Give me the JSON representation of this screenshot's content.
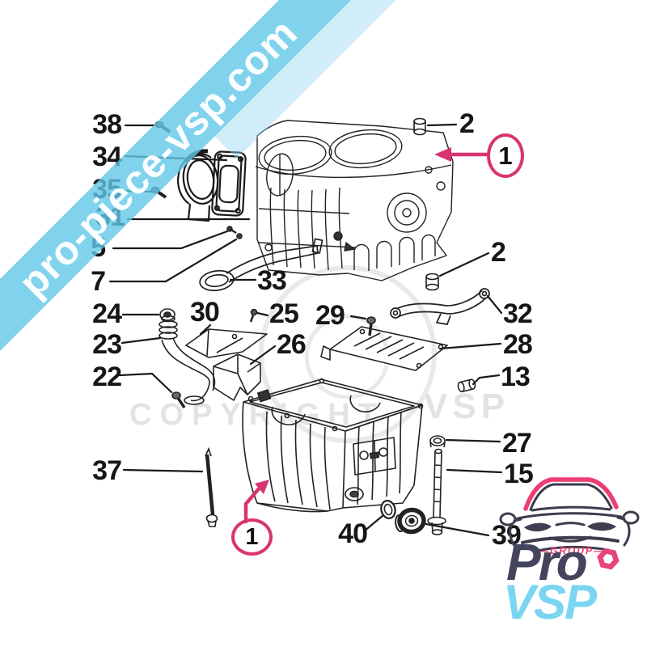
{
  "banner": {
    "url_text": "pro-piece-vsp.com"
  },
  "watermarks": {
    "copyright": "COPYRIGHT",
    "vsp": "VSP"
  },
  "diagram": {
    "description": "Exploded engine block and oil pan parts diagram",
    "highlighted_part": "1",
    "parts": {
      "1": "1",
      "2": "2",
      "5": "5",
      "7": "7",
      "13": "13",
      "15": "15",
      "22": "22",
      "23": "23",
      "24": "24",
      "25": "25",
      "26": "26",
      "27": "27",
      "28": "28",
      "29": "29",
      "30": "30",
      "31": "31",
      "32": "32",
      "33": "33",
      "34": "34",
      "35": "35",
      "37": "37",
      "38": "38",
      "39": "39",
      "40": "40"
    }
  },
  "logo": {
    "group": "—GROUP—",
    "pro": "Pro",
    "vsp": "VSP"
  },
  "colors": {
    "banner_blue": "#61c8e9",
    "callout_pink": "#d93472",
    "logo_dark": "#44445c",
    "logo_blue": "#7ad5f1",
    "logo_pink": "#ee3d72",
    "line_art": "#222222"
  }
}
